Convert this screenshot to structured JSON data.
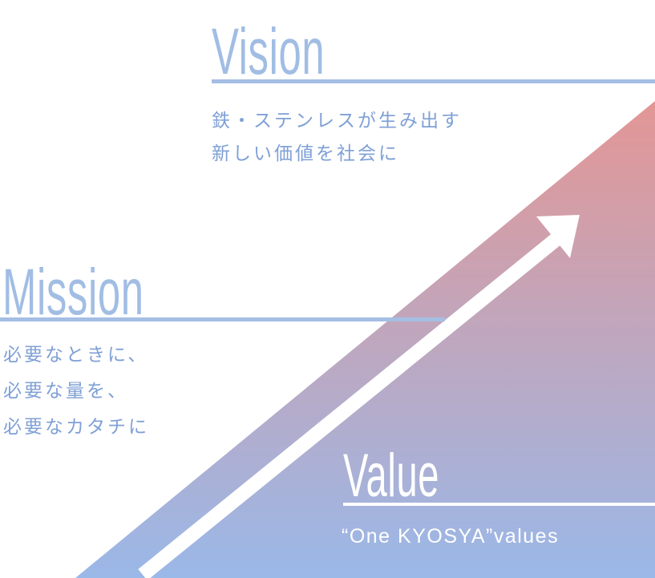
{
  "diagram": {
    "sections": {
      "vision": {
        "heading": "Vision",
        "lines": [
          "鉄・ステンレスが生み出す",
          "新しい価値を社会に"
        ]
      },
      "mission": {
        "heading": "Mission",
        "lines": [
          "必要なときに、",
          "必要な量を、",
          "必要なカタチに"
        ]
      },
      "value": {
        "heading": "Value",
        "tagline": "“One KYOSYA”values"
      }
    },
    "colors": {
      "heading_blue": "#a1bde4",
      "text_blue": "#7fa0d6",
      "gradient_top": "#e39695",
      "gradient_bottom": "#9ab8e8",
      "arrow": "#ffffff"
    }
  }
}
